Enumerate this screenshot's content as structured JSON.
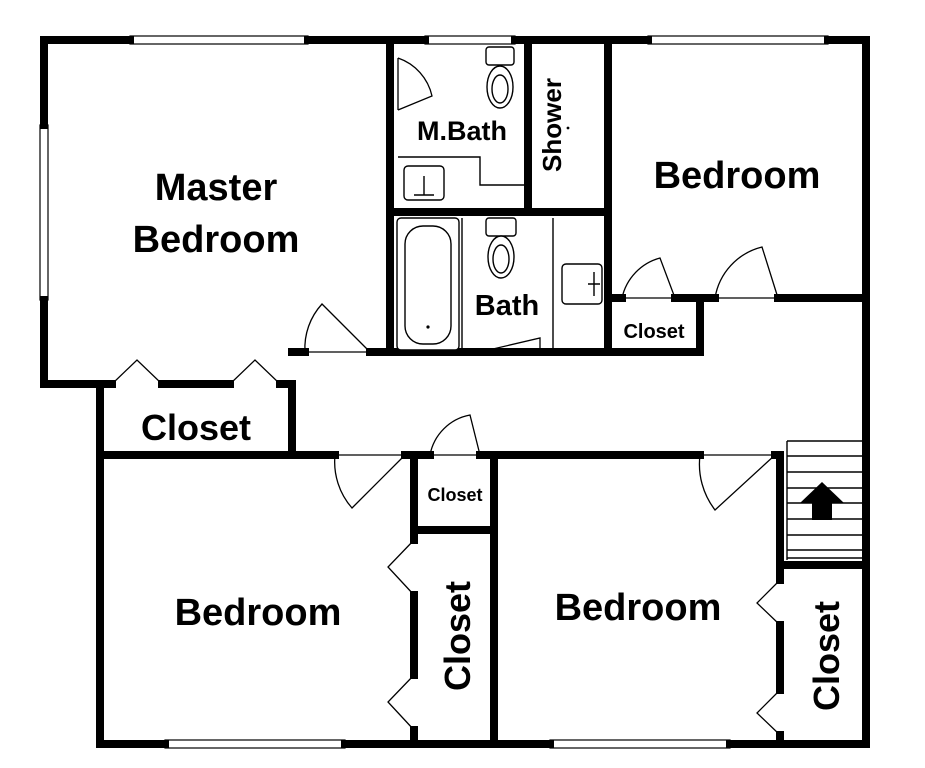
{
  "rooms": {
    "master_bedroom_line1": "Master",
    "master_bedroom_line2": "Bedroom",
    "master_bath": "M.Bath",
    "shower": "Shower",
    "bedroom_ne": "Bedroom",
    "bath": "Bath",
    "closet_ne": "Closet",
    "closet_master": "Closet",
    "closet_hall": "Closet",
    "bedroom_sw": "Bedroom",
    "closet_sw": "Closet",
    "bedroom_se": "Bedroom",
    "closet_se": "Closet"
  },
  "icons": {
    "stairs": "stairs-up-arrow-icon"
  }
}
